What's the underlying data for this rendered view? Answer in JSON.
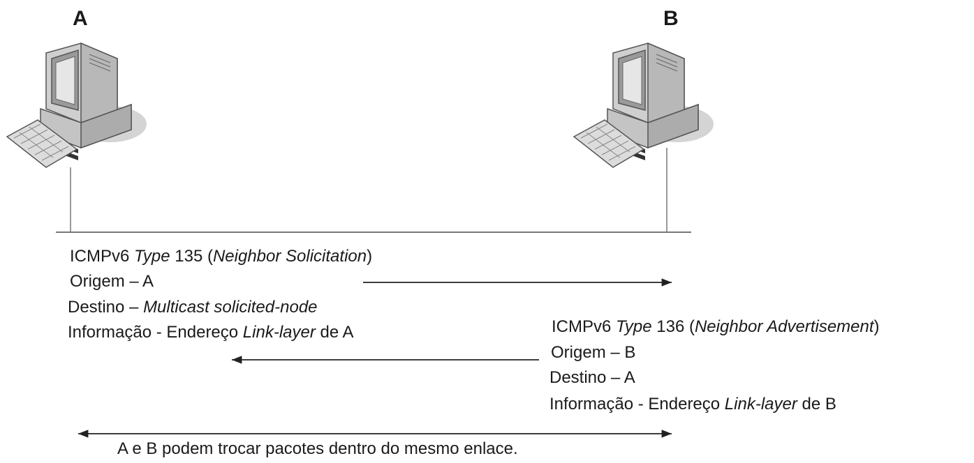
{
  "hosts": {
    "a": {
      "label": "A",
      "icon": "desktop-computer-icon"
    },
    "b": {
      "label": "B",
      "icon": "desktop-computer-icon"
    }
  },
  "solicitation": {
    "line1_prefix": "ICMPv6 ",
    "line1_type": "Type",
    "line1_number": " 135 (",
    "line1_name": "Neighbor Solicitation",
    "line1_suffix": ")",
    "origin": "Origem – A",
    "dest_prefix": "Destino – ",
    "dest_value": "Multicast solicited-node",
    "info_prefix": "Informação - Endereço ",
    "info_italic": "Link-layer",
    "info_suffix": " de A"
  },
  "advertisement": {
    "line1_prefix": "ICMPv6 ",
    "line1_type": "Type",
    "line1_number": " 136 (",
    "line1_name": "Neighbor Advertisement",
    "line1_suffix": ")",
    "origin": "Origem – B",
    "dest": "Destino – A",
    "info_prefix": "Informação - Endereço ",
    "info_italic": "Link-layer",
    "info_suffix": " de B"
  },
  "footer": "A e B podem trocar pacotes dentro do mesmo enlace."
}
